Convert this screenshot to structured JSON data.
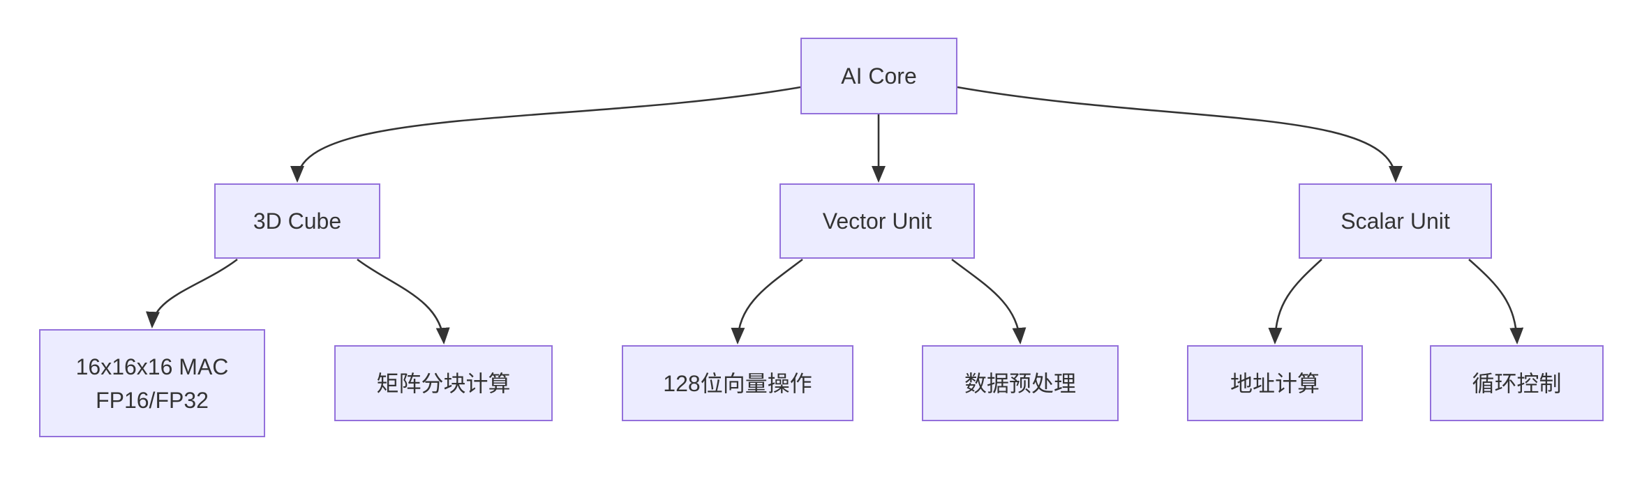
{
  "diagram": {
    "type": "flowchart",
    "direction": "top-down",
    "colors": {
      "node_fill": "#ECECFF",
      "node_border": "#9370DB",
      "edge": "#333333",
      "text": "#333333",
      "background": "#ffffff"
    },
    "nodes": [
      {
        "id": "ai-core",
        "label": "AI Core"
      },
      {
        "id": "cube",
        "label": "3D Cube"
      },
      {
        "id": "vector",
        "label": "Vector Unit"
      },
      {
        "id": "scalar",
        "label": "Scalar Unit"
      },
      {
        "id": "mac",
        "label": "16x16x16 MAC",
        "label2": "FP16/FP32"
      },
      {
        "id": "matrix",
        "label": "矩阵分块计算"
      },
      {
        "id": "vec128",
        "label": "128位向量操作"
      },
      {
        "id": "preprocess",
        "label": "数据预处理"
      },
      {
        "id": "addr",
        "label": "地址计算"
      },
      {
        "id": "loop",
        "label": "循环控制"
      }
    ],
    "edges": [
      {
        "from": "ai-core",
        "to": "cube"
      },
      {
        "from": "ai-core",
        "to": "vector"
      },
      {
        "from": "ai-core",
        "to": "scalar"
      },
      {
        "from": "cube",
        "to": "mac"
      },
      {
        "from": "cube",
        "to": "matrix"
      },
      {
        "from": "vector",
        "to": "vec128"
      },
      {
        "from": "vector",
        "to": "preprocess"
      },
      {
        "from": "scalar",
        "to": "addr"
      },
      {
        "from": "scalar",
        "to": "loop"
      }
    ]
  }
}
